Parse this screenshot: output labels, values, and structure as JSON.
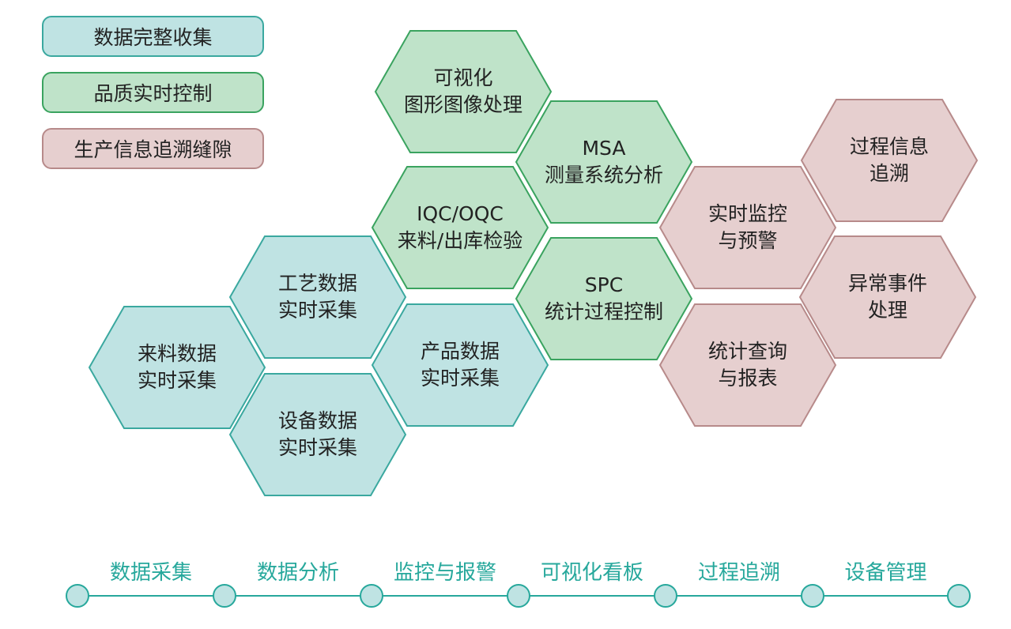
{
  "colors": {
    "teal_fill": "#bfe3e3",
    "teal_stroke": "#3aa89f",
    "green_fill": "#bfe3c9",
    "green_stroke": "#3aa35f",
    "pink_fill": "#e6cfcf",
    "pink_stroke": "#b78a8a",
    "timeline": "#27a89c",
    "dot_fill": "#bfe3e3"
  },
  "legend": [
    {
      "label": "数据完整收集",
      "group": "teal"
    },
    {
      "label": "品质实时控制",
      "group": "green"
    },
    {
      "label": "生产信息追溯缝隙",
      "group": "pink"
    }
  ],
  "hexagons": [
    {
      "line1": "可视化",
      "line2": "图形图像处理",
      "group": "green"
    },
    {
      "line1": "MSA",
      "line2": "测量系统分析",
      "group": "green"
    },
    {
      "line1": "IQC/OQC",
      "line2": "来料/出库检验",
      "group": "green"
    },
    {
      "line1": "SPC",
      "line2": "统计过程控制",
      "group": "green"
    },
    {
      "line1": "工艺数据",
      "line2": "实时采集",
      "group": "teal"
    },
    {
      "line1": "来料数据",
      "line2": "实时采集",
      "group": "teal"
    },
    {
      "line1": "产品数据",
      "line2": "实时采集",
      "group": "teal"
    },
    {
      "line1": "设备数据",
      "line2": "实时采集",
      "group": "teal"
    },
    {
      "line1": "实时监控",
      "line2": "与预警",
      "group": "pink"
    },
    {
      "line1": "过程信息",
      "line2": "追溯",
      "group": "pink"
    },
    {
      "line1": "统计查询",
      "line2": "与报表",
      "group": "pink"
    },
    {
      "line1": "异常事件",
      "line2": "处理",
      "group": "pink"
    }
  ],
  "timeline": [
    "数据采集",
    "数据分析",
    "监控与报警",
    "可视化看板",
    "过程追溯",
    "设备管理"
  ]
}
